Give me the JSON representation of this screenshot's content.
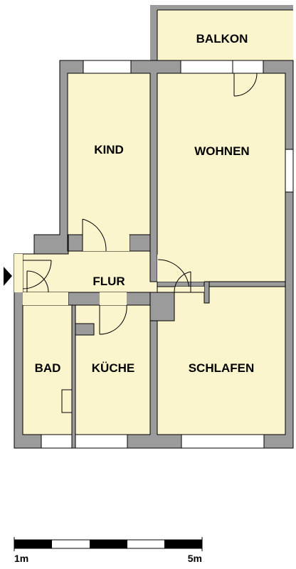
{
  "rooms": {
    "balkon": "BALKON",
    "kind": "KIND",
    "wohnen": "WOHNEN",
    "flur": "FLUR",
    "bad": "BAD",
    "kueche": "KÜCHE",
    "schlafen": "SCHLAFEN"
  },
  "scale_bar": {
    "start_label": "1m",
    "end_label": "5m"
  },
  "colors": {
    "wall": "#9b9b9b",
    "floor": "#fbf5cd",
    "outline": "#000000"
  }
}
